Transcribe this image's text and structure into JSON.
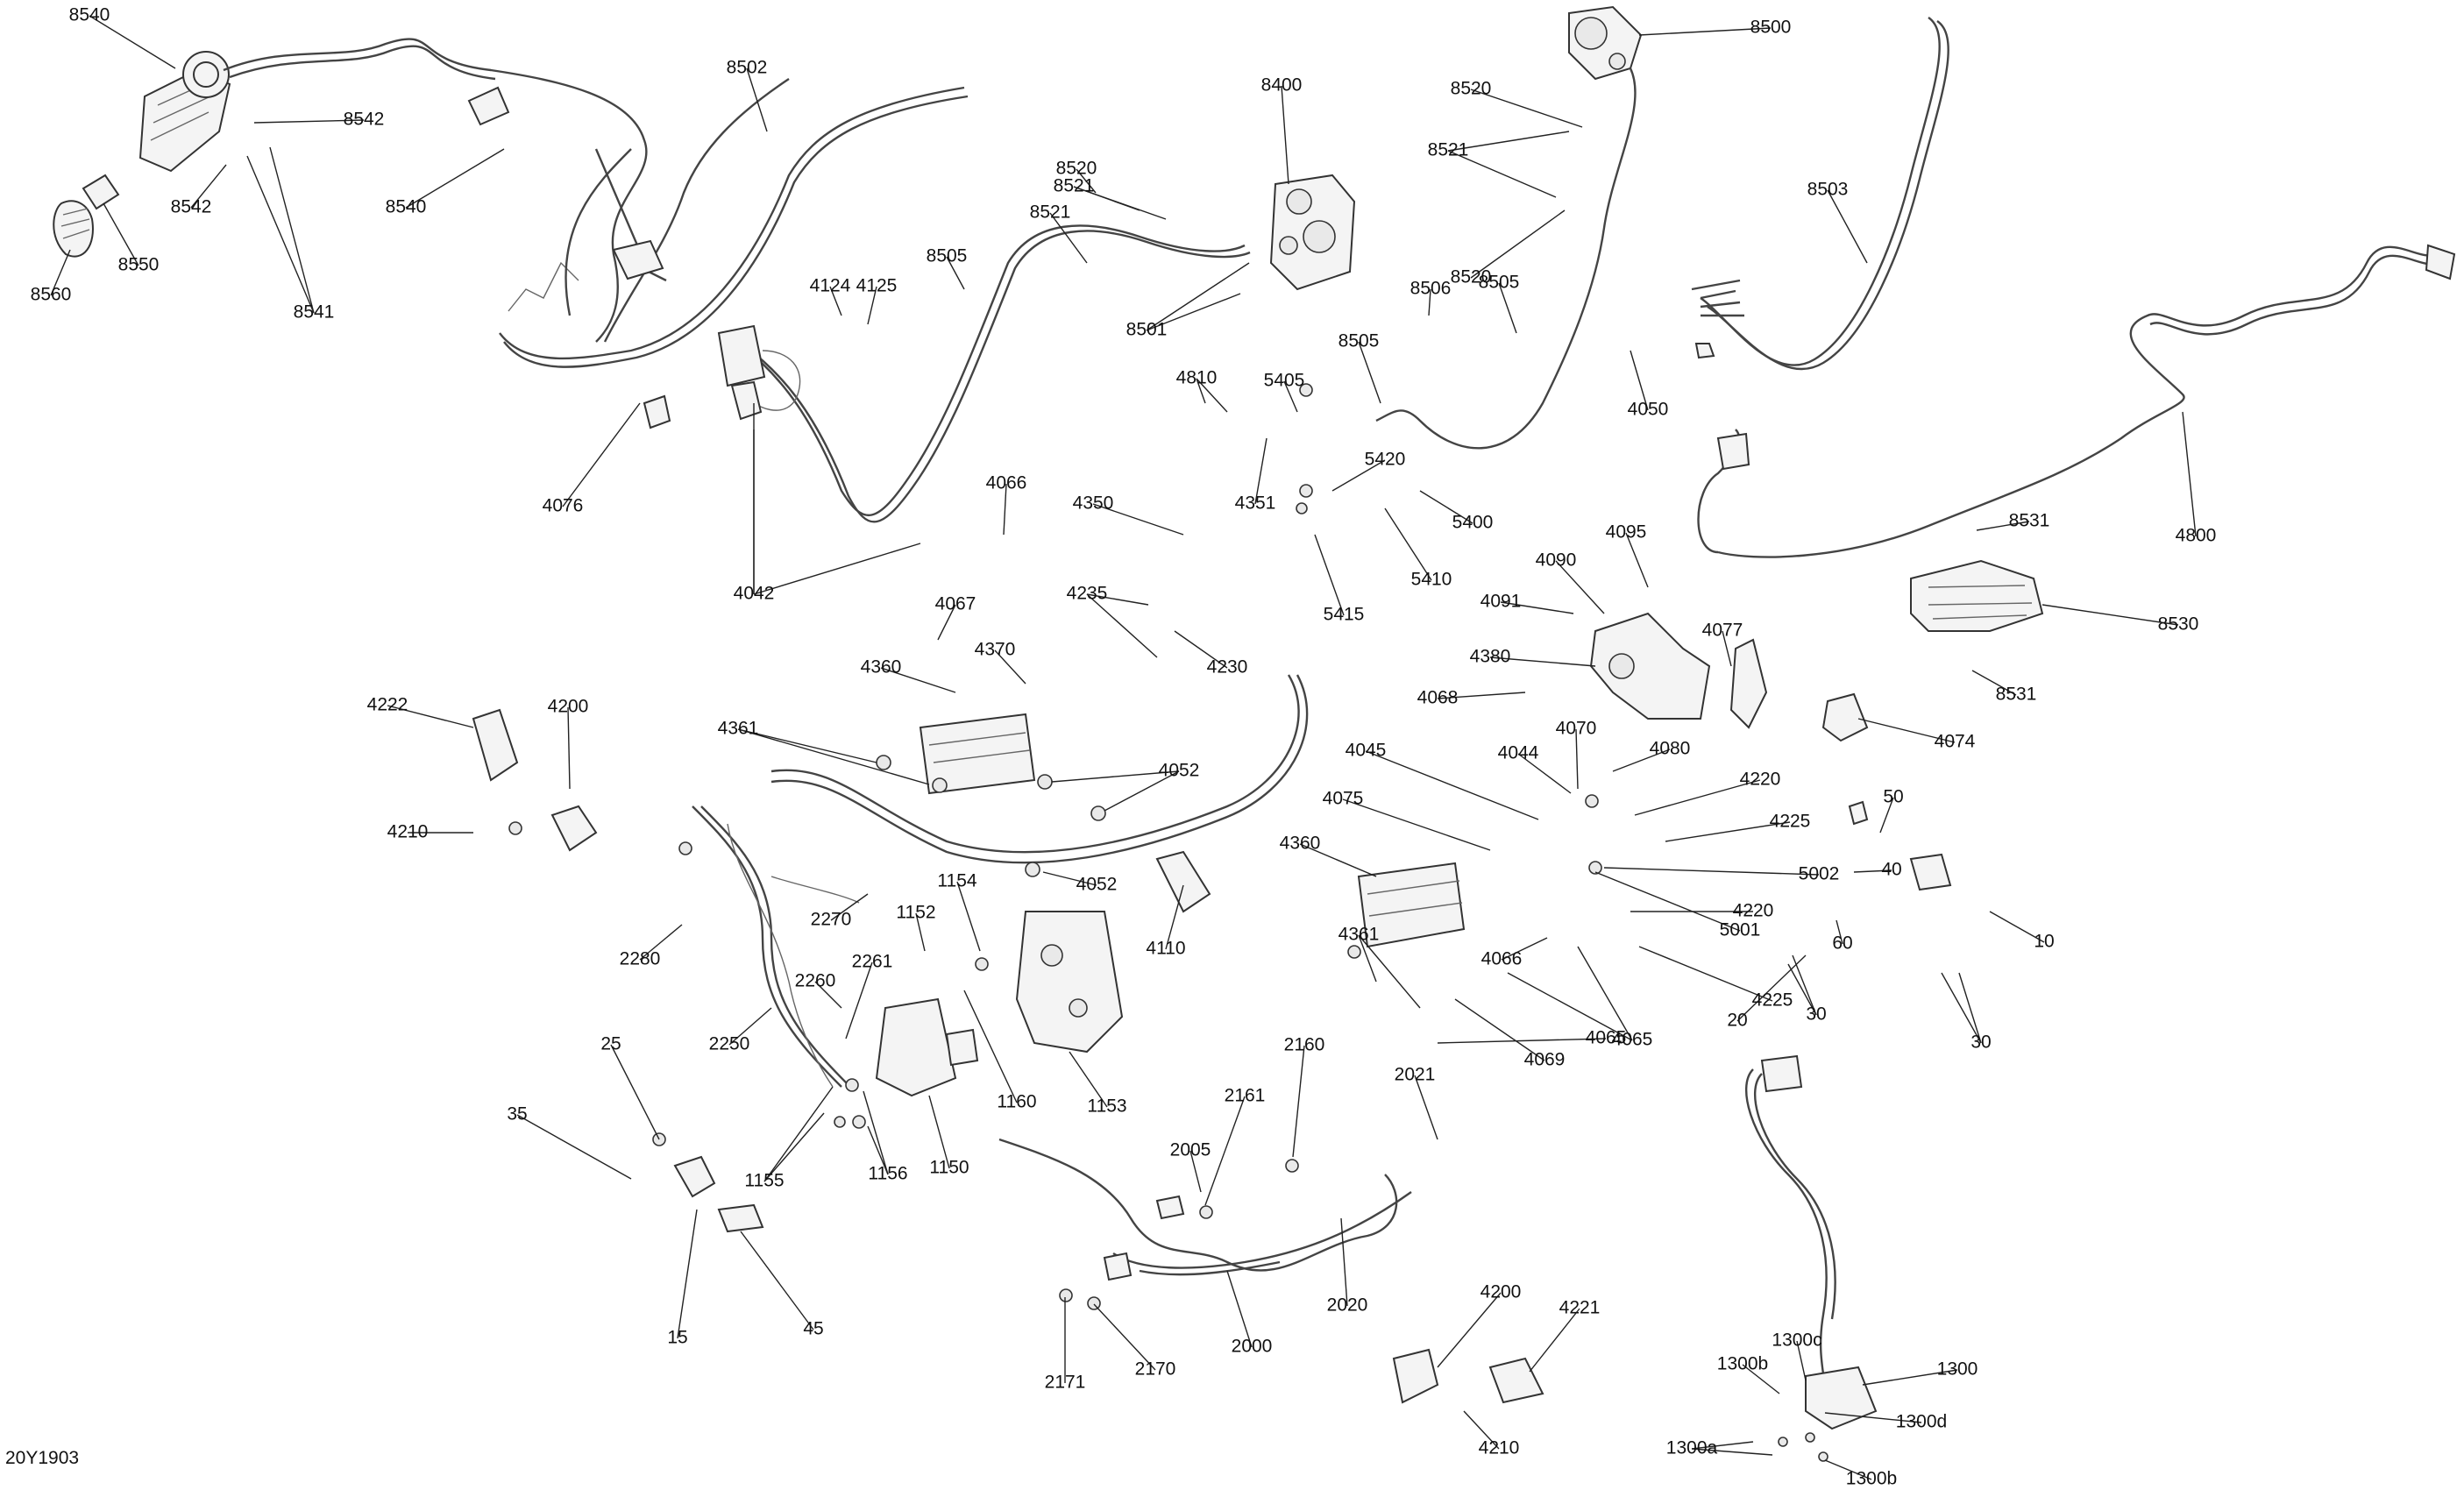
{
  "diagram_code": "20Y1903",
  "labels": [
    "8540",
    "8502",
    "8400",
    "8500",
    "8542",
    "8542",
    "8541",
    "8540",
    "8560",
    "8550",
    "8520",
    "8521",
    "8520",
    "8521",
    "8520",
    "8521",
    "8505",
    "8501",
    "8503",
    "4124",
    "4125",
    "4076",
    "4042",
    "8506",
    "8505",
    "8505",
    "4050",
    "4810",
    "5405",
    "4351",
    "5420",
    "5400",
    "5410",
    "5415",
    "4350",
    "4066",
    "8531",
    "8531",
    "4800",
    "8530",
    "4095",
    "4090",
    "4091",
    "4380",
    "4077",
    "4068",
    "4074",
    "4067",
    "4370",
    "4360",
    "4361",
    "4235",
    "4230",
    "4222",
    "4200",
    "4210",
    "4052",
    "4052",
    "4045",
    "4044",
    "4070",
    "4080",
    "4220",
    "4225",
    "5002",
    "4220",
    "4225",
    "4075",
    "4360",
    "5001",
    "4361",
    "4066",
    "4065",
    "4069",
    "4065",
    "2021",
    "50",
    "40",
    "60",
    "10",
    "30",
    "20",
    "30",
    "2280",
    "2270",
    "2261",
    "2260",
    "2250",
    "1154",
    "1152",
    "4110",
    "1160",
    "1153",
    "1150",
    "1155",
    "1156",
    "25",
    "35",
    "15",
    "45",
    "2160",
    "2161",
    "2005",
    "2020",
    "2000",
    "2171",
    "2170",
    "4200",
    "4221",
    "4210",
    "1300c",
    "1300b",
    "1300",
    "1300a",
    "1300d",
    "1300b"
  ]
}
